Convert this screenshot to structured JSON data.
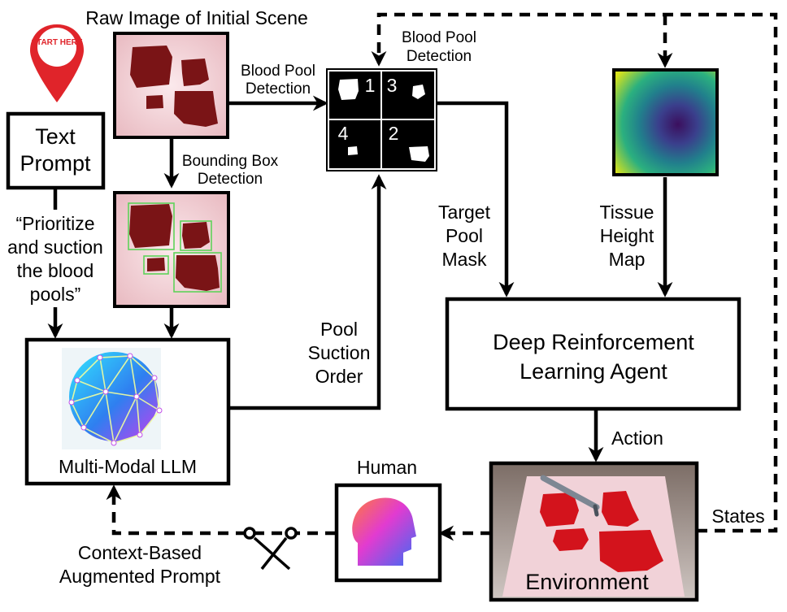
{
  "nodes": {
    "start_badge": "START HERE",
    "raw_image_title": "Raw Image of Initial Scene",
    "text_prompt": [
      "Text",
      "Prompt"
    ],
    "prompt_quote": [
      "“Prioritize",
      "and suction",
      "the blood",
      "pools”"
    ],
    "bbox_detection": [
      "Bounding Box",
      "Detection"
    ],
    "blood_pool_detection_left": [
      "Blood Pool",
      "Detection"
    ],
    "blood_pool_detection_top": [
      "Blood Pool",
      "Detection"
    ],
    "grid_numbers": [
      "1",
      "3",
      "4",
      "2"
    ],
    "target_pool_mask": [
      "Target",
      "Pool",
      "Mask"
    ],
    "tissue_height_map": [
      "Tissue",
      "Height",
      "Map"
    ],
    "pool_suction_order": [
      "Pool",
      "Suction",
      "Order"
    ],
    "drl_agent": [
      "Deep Reinforcement",
      "Learning Agent"
    ],
    "action": "Action",
    "llm": "Multi-Modal LLM",
    "human": "Human",
    "environment": "Environment",
    "states": "States",
    "augmented_prompt": [
      "Context-Based",
      "Augmented Prompt"
    ]
  },
  "colors": {
    "blood": "#7a1416",
    "tissue": "#f4d2d6",
    "env_blood": "#d3131c",
    "bbox_green": "#5fd35a",
    "frame": "#000000"
  },
  "icons": [
    "location-pin-icon",
    "sphere-network-icon",
    "human-head-icon",
    "scissors-icon",
    "surgical-tool-icon"
  ]
}
